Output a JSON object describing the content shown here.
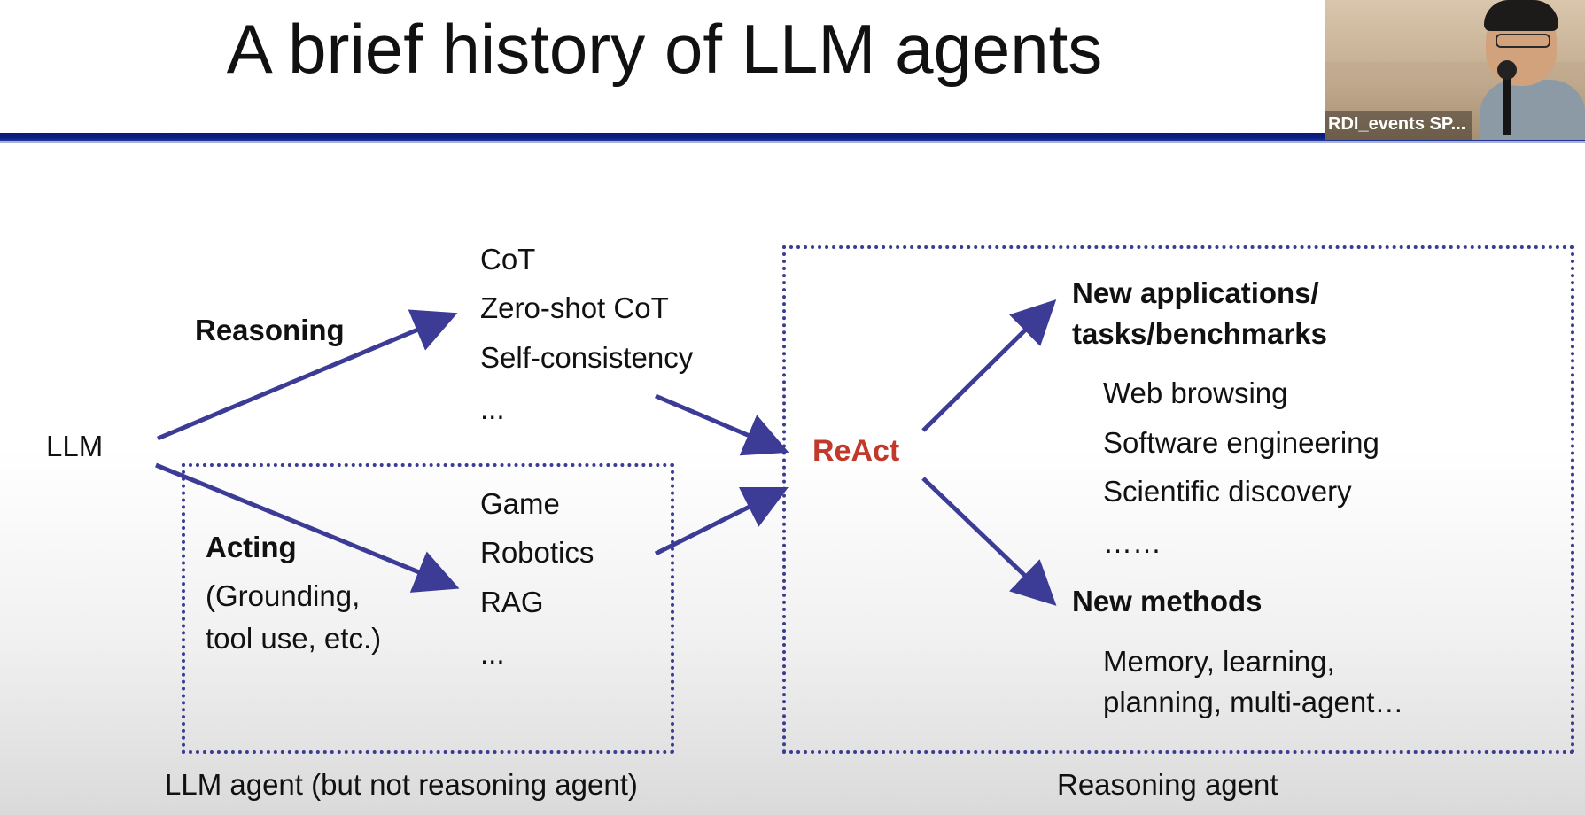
{
  "slide": {
    "title": "A brief history of LLM agents"
  },
  "video_tile": {
    "name": "RDI_events SP..."
  },
  "diagram": {
    "root": "LLM",
    "reasoning_branch": {
      "label": "Reasoning",
      "items": [
        "CoT",
        "Zero-shot CoT",
        "Self-consistency",
        "..."
      ]
    },
    "acting_branch": {
      "label": "Acting",
      "sublabel": [
        "(Grounding,",
        "tool use, etc.)"
      ],
      "items": [
        "Game",
        "Robotics",
        "RAG",
        "..."
      ]
    },
    "center": "ReAct",
    "applications": {
      "heading": [
        "New applications/",
        "tasks/benchmarks"
      ],
      "items": [
        "Web browsing",
        "Software engineering",
        "Scientific discovery",
        "……"
      ]
    },
    "methods": {
      "heading": "New methods",
      "items": [
        "Memory, learning,",
        "planning, multi-agent…"
      ]
    },
    "left_box_caption": "LLM agent (but not reasoning agent)",
    "right_box_caption": "Reasoning agent",
    "colors": {
      "arrow": "#3c3c96",
      "react": "#c0392b",
      "rule": "#0d1f88"
    }
  }
}
